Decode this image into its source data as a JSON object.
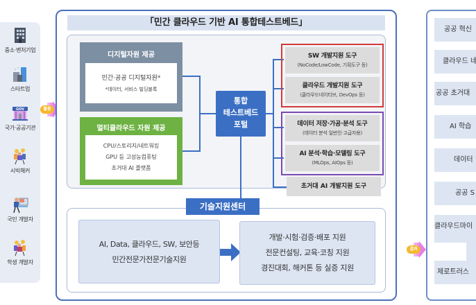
{
  "title": "「민간 클라우드 기반 AI 통합테스트베드」",
  "users": [
    {
      "label": "중소·벤처기업",
      "icon": "office-building-icon"
    },
    {
      "label": "스타트업",
      "icon": "city-buildings-icon"
    },
    {
      "label": "국가·공공기관",
      "icon": "gov-building-icon"
    },
    {
      "label": "시빅해커",
      "icon": "people-group-icon"
    },
    {
      "label": "국민 개발자",
      "icon": "developer-at-computer-icon"
    },
    {
      "label": "학생 개발자",
      "icon": "student-group-icon"
    }
  ],
  "badges": {
    "use": "활용",
    "result": "결과"
  },
  "digital_resources": {
    "heading": "디지털자원 제공",
    "line1": "민간·공공 디지털자원*",
    "line2": "*데이터, 서비스 빌딩블록"
  },
  "multicloud": {
    "heading": "멀티클라우드 자원 제공",
    "lines": [
      "CPU/스토리지/네트워킹",
      "GPU 등 고성능컴퓨팅",
      "초거대 AI 플랫폼"
    ]
  },
  "portal": {
    "lines": [
      "통합",
      "테스트베드",
      "포털"
    ]
  },
  "tools": {
    "sw": {
      "title": "SW 개발지원 도구",
      "sub": "(NoCode/LowCode, 기획도구 등)"
    },
    "cloud": {
      "title": "클라우드 개발지원 도구",
      "sub": "(클라우드네이티브, DevOps 등)"
    },
    "data": {
      "title": "데이터 저장·가공·분석 도구",
      "sub": "(데이터 분석 일반인·고급자용)"
    },
    "ai": {
      "title": "AI 분석·학습·모델링 도구",
      "sub": "(MLOps, AIOps 등)"
    },
    "hyperscale": {
      "title": "초거대 AI 개발지원 도구"
    }
  },
  "tech_center": {
    "label": "기술지원센터",
    "left_lines": [
      "AI, Data, 클라우드, SW, 보안등",
      "민간전문가전문기술지원"
    ],
    "right_lines": [
      "개발·시험·검증·배포 지원",
      "전문컨설팅, 교육·코칭 지원",
      "경진대회, 해커톤 등 실증 지원"
    ]
  },
  "results": [
    "공공 혁신",
    "클라우드 네",
    "공공 초거대",
    "AI 학습",
    "데이터",
    "공공 S",
    "클라우드마이",
    "",
    "제로트러스"
  ]
}
